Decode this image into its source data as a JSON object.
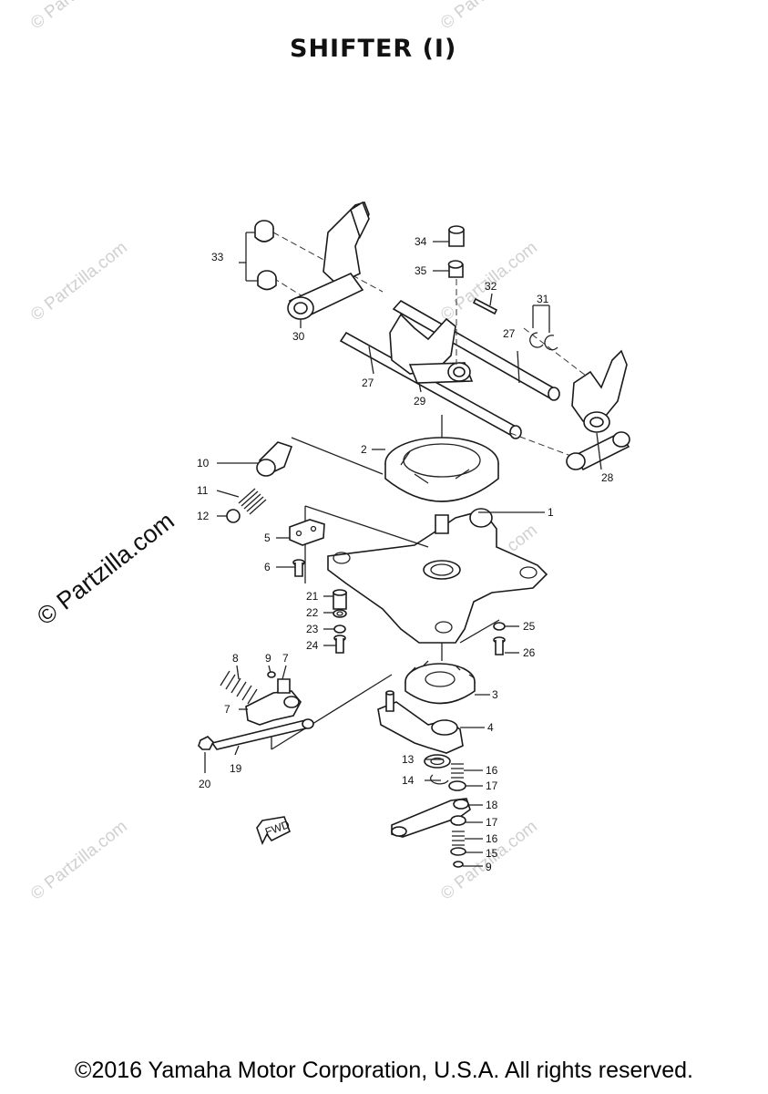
{
  "diagram": {
    "title": "SHIFTER (I)",
    "footer": "©2016 Yamaha Motor Corporation, U.S.A. All rights reserved.",
    "watermark": "© Partzilla.com",
    "fwd_label": "FWD",
    "callouts": [
      "1",
      "2",
      "3",
      "4",
      "5",
      "6",
      "7",
      "8",
      "9",
      "10",
      "11",
      "12",
      "13",
      "14",
      "15",
      "16",
      "17",
      "18",
      "19",
      "20",
      "21",
      "22",
      "23",
      "24",
      "25",
      "26",
      "27",
      "28",
      "29",
      "30",
      "31",
      "32",
      "33",
      "34",
      "35"
    ]
  }
}
